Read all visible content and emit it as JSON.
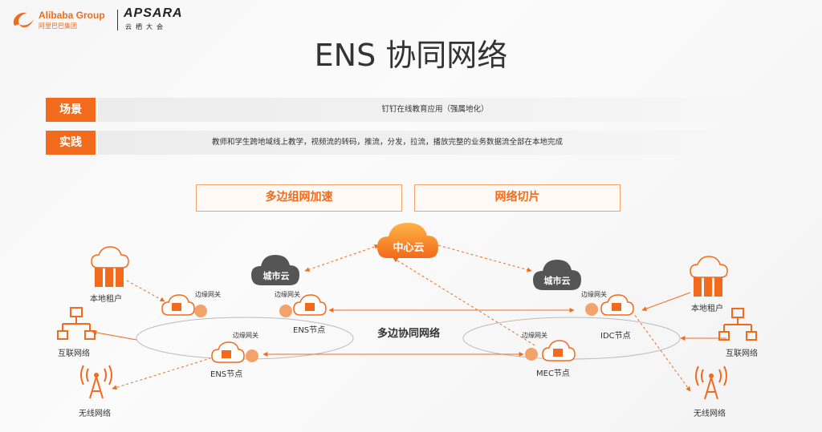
{
  "header": {
    "logo_left": "Alibaba Group",
    "logo_left_cn": "阿里巴巴集团",
    "logo_right": "APSARA",
    "logo_right_cn": "云栖大会"
  },
  "page_title": "ENS 协同网络",
  "rows": [
    {
      "label": "场景",
      "content": "钉钉在线教育应用（强属地化）"
    },
    {
      "label": "实践",
      "content": "教师和学生跨地域线上教学，视频流的转码，推流，分发，拉流，播放完整的业务数据流全部在本地完成"
    }
  ],
  "features": [
    "多边组网加速",
    "网络切片"
  ],
  "diagram": {
    "center_cloud": "中心云",
    "city_cloud_left": "城市云",
    "city_cloud_right": "城市云",
    "network_label": "多边协同网络",
    "gateway_label": "边缘网关",
    "nodes": {
      "ens_top": "ENS节点",
      "ens_bottom": "ENS节点",
      "idc": "IDC节点",
      "mec": "MEC节点"
    },
    "left_side": [
      "本地租户",
      "互联网络",
      "无线网络"
    ],
    "right_side": [
      "本地租户",
      "互联网络",
      "无线网络"
    ]
  },
  "colors": {
    "accent": "#f26a1b",
    "dark_cloud": "#555555"
  }
}
